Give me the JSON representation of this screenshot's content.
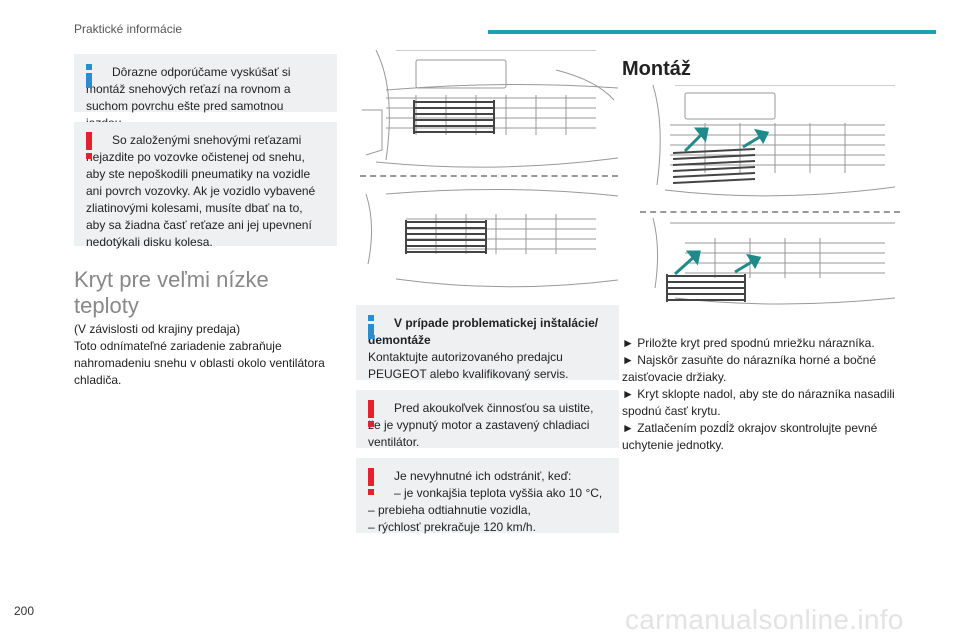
{
  "header": {
    "section": "Praktické informácie"
  },
  "page_number": "200",
  "watermark": "carmanualsonline.info",
  "left": {
    "info1": "Dôrazne odporúčame vyskúšať si montáž snehových reťazí na rovnom a suchom povrchu ešte pred samotnou jazdou.",
    "warn1": "So založenými snehovými reťazami nejazdite po vozovke očistenej od snehu, aby ste nepoškodili pneumatiky na vozidle ani povrch vozovky. Ak je vozidlo vybavené zliatinovými kolesami, musíte dbať na to, aby sa žiadna časť reťaze ani jej upevnení nedotýkali disku kolesa.",
    "section_title": "Kryt pre veľmi nízke teploty",
    "body_line1": "(V závislosti od krajiny predaja)",
    "body_line2": "Toto odnímateľné zariadenie zabraňuje nahromadeniu snehu v oblasti okolo ventilátora chladiča."
  },
  "middle": {
    "info_title": "V prípade problematickej inštalácie/ demontáže",
    "info_body": "Kontaktujte autorizovaného predajcu PEUGEOT alebo kvalifikovaný servis.",
    "warn2": "Pred akoukoľvek činnosťou sa uistite, že je vypnutý motor a zastavený chladiaci ventilátor.",
    "warn3_intro": "Je nevyhnutné ich odstrániť, keď:",
    "warn3_items": [
      "– je vonkajšia teplota vyššia ako 10 °C,",
      "– prebieha odtiahnutie vozidla,",
      "– rýchlosť prekračuje 120 km/h."
    ]
  },
  "right": {
    "title": "Montáž",
    "steps": [
      "► Priložte kryt pred spodnú mriežku nárazníka.",
      "► Najskôr zasuňte do nárazníka horné a bočné zaisťovacie držiaky.",
      "► Kryt sklopte nadol, aby ste do nárazníka nasadili spodnú časť krytu.",
      "► Zatlačením pozdĺž okrajov skontrolujte pevné uchytenie jednotky."
    ]
  },
  "colors": {
    "accent": "#1ba0b0",
    "info": "#2b8ccf",
    "warning": "#e32131",
    "arrow": "#1f8a8a"
  }
}
